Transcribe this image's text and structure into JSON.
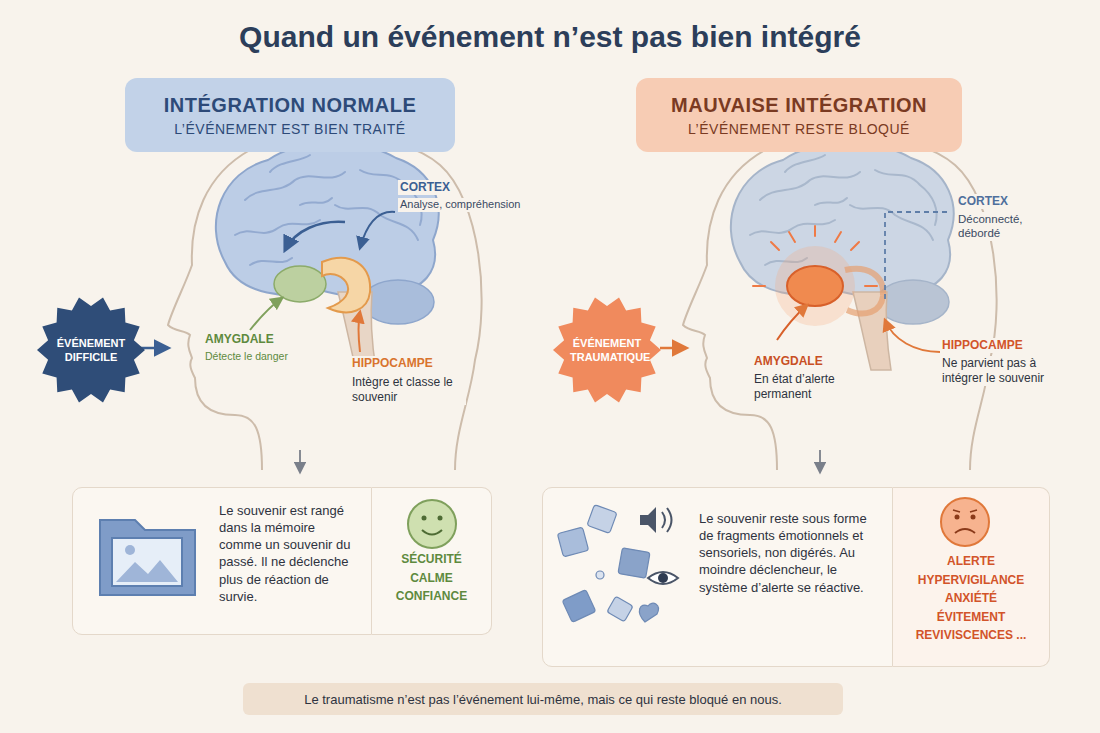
{
  "diagram": {
    "title": "Quand un événement n’est pas bien intégré",
    "caption": "Le traumatisme n’est pas l’événement lui-même, mais ce qui reste bloqué en nous.",
    "nodes": [
      {
        "text": [
          "INTÉGRATION NORMALE",
          "L’ÉVÉNEMENT EST BIEN TRAITÉ"
        ]
      },
      {
        "text": [
          "MAUVAISE INTÉGRATION",
          "L’ÉVÉNEMENT RESTE BLOQUÉ"
        ]
      },
      {
        "text": [
          "ÉVÉNEMENT DIFFICILE"
        ]
      },
      {
        "text": [
          "ÉVÉNEMENT TRAUMATIQUE"
        ]
      },
      {
        "text": [
          "Le souvenir est rangé dans la mémoire comme un souvenir du passé. Il ne déclenche plus de réaction de survie."
        ]
      },
      {
        "text": [
          "SÉCURITÉ CALME CONFIANCE"
        ]
      },
      {
        "text": [
          "Le souvenir reste sous forme de fragments émotionnels et sensoriels, non digérés. Au moindre déclencheur, le système d’alerte se réactive."
        ]
      },
      {
        "text": [
          "ALERTE HYPERVIGILANCE ANXIÉTÉ ÉVITEMENT REVIVISCENCES ..."
        ]
      }
    ],
    "labels": [
      "CORTEX",
      "Analyse, compréhension",
      "AMYGDALE",
      "Détecte le danger",
      "HIPPOCAMPE",
      "Intègre et classe le souvenir",
      "CORTEX",
      "Déconnecté, débordé",
      "AMYGDALE",
      "En état d’alerte permanent",
      "HIPPOCAMPE",
      "Ne parvient pas à intégrer le souvenir"
    ]
  }
}
